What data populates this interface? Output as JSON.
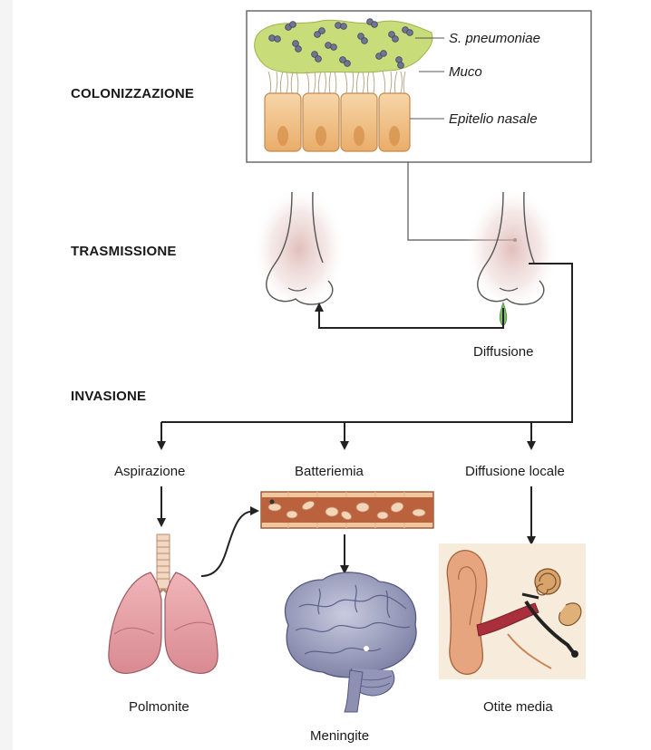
{
  "stages": {
    "colonization": "COLONIZZAZIONE",
    "transmission": "TRASMISSIONE",
    "invasion": "INVASIONE"
  },
  "inset_labels": {
    "bacteria": "S. pneumoniae",
    "mucus": "Muco",
    "epithelium": "Epitelio nasale"
  },
  "pathway_labels": {
    "diffusion": "Diffusione",
    "aspiration": "Aspirazione",
    "bacteremia": "Batteriemia",
    "local_spread": "Diffusione locale"
  },
  "outcomes": {
    "pneumonia": "Polmonite",
    "meningitis": "Meningite",
    "otitis": "Otite media"
  },
  "colors": {
    "mucus": "#c9dc7a",
    "epithelium": "#f2c48a",
    "lung": "#e7a0a6",
    "vessel": "#b9623d",
    "brain": "#a9acc8",
    "ear": "#e6a57e",
    "arrow": "#222222"
  }
}
